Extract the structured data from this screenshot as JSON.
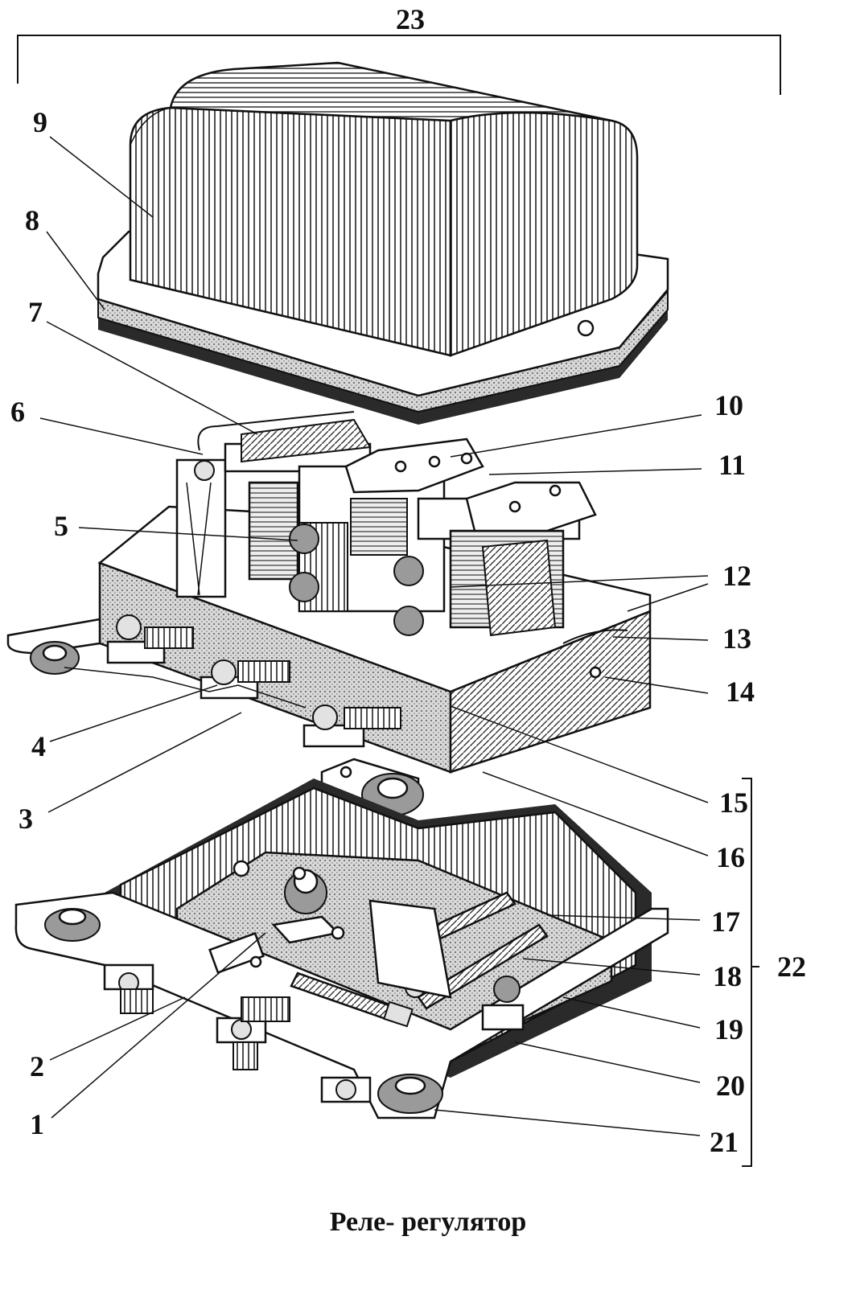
{
  "figure": {
    "caption": "Реле- регулятор",
    "callouts": [
      {
        "id": "1",
        "label": "1"
      },
      {
        "id": "2",
        "label": "2"
      },
      {
        "id": "3",
        "label": "3"
      },
      {
        "id": "4",
        "label": "4"
      },
      {
        "id": "5",
        "label": "5"
      },
      {
        "id": "6",
        "label": "6"
      },
      {
        "id": "7",
        "label": "7"
      },
      {
        "id": "8",
        "label": "8"
      },
      {
        "id": "9",
        "label": "9"
      },
      {
        "id": "10",
        "label": "10"
      },
      {
        "id": "11",
        "label": "11"
      },
      {
        "id": "12",
        "label": "12"
      },
      {
        "id": "13",
        "label": "13"
      },
      {
        "id": "14",
        "label": "14"
      },
      {
        "id": "15",
        "label": "15"
      },
      {
        "id": "16",
        "label": "16"
      },
      {
        "id": "17",
        "label": "17"
      },
      {
        "id": "18",
        "label": "18"
      },
      {
        "id": "19",
        "label": "19"
      },
      {
        "id": "20",
        "label": "20"
      },
      {
        "id": "21",
        "label": "21"
      },
      {
        "id": "22",
        "label": "22"
      },
      {
        "id": "23",
        "label": "23"
      }
    ]
  }
}
